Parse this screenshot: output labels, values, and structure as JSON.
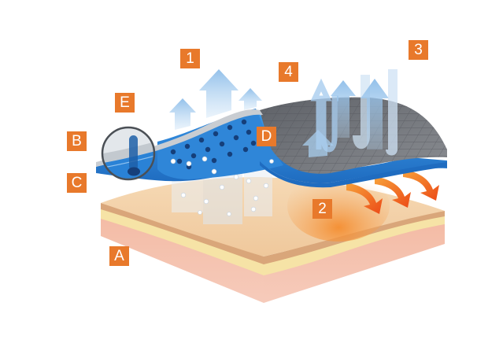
{
  "diagram": {
    "subject": "Breathable insole layers over skin",
    "colors": {
      "label_bg": "#e8792b",
      "label_text": "#ffffff",
      "insole_blue": "#2a7fd0",
      "insole_gray": "#6b6e74",
      "skin_top": "#f3cfa3",
      "skin_fat": "#f6e3a6",
      "skin_bottom": "#f2b8a0",
      "heat_orange": "#f05a1e",
      "air_arrow": "#9cc7ec"
    },
    "labels": [
      {
        "id": "1",
        "text": "1",
        "refers_to": "air-outflow-arrows"
      },
      {
        "id": "2",
        "text": "2",
        "refers_to": "heat-zone"
      },
      {
        "id": "3",
        "text": "3",
        "refers_to": "vapor-outflow-arrows"
      },
      {
        "id": "4",
        "text": "4",
        "refers_to": "mesh-top-layer"
      },
      {
        "id": "A",
        "text": "A",
        "refers_to": "skin-layer"
      },
      {
        "id": "B",
        "text": "B",
        "refers_to": "top-fabric-layer"
      },
      {
        "id": "C",
        "text": "C",
        "refers_to": "foam-base-layer"
      },
      {
        "id": "D",
        "text": "D",
        "refers_to": "perforated-foam"
      },
      {
        "id": "E",
        "text": "E",
        "refers_to": "magnified-pore"
      }
    ]
  }
}
